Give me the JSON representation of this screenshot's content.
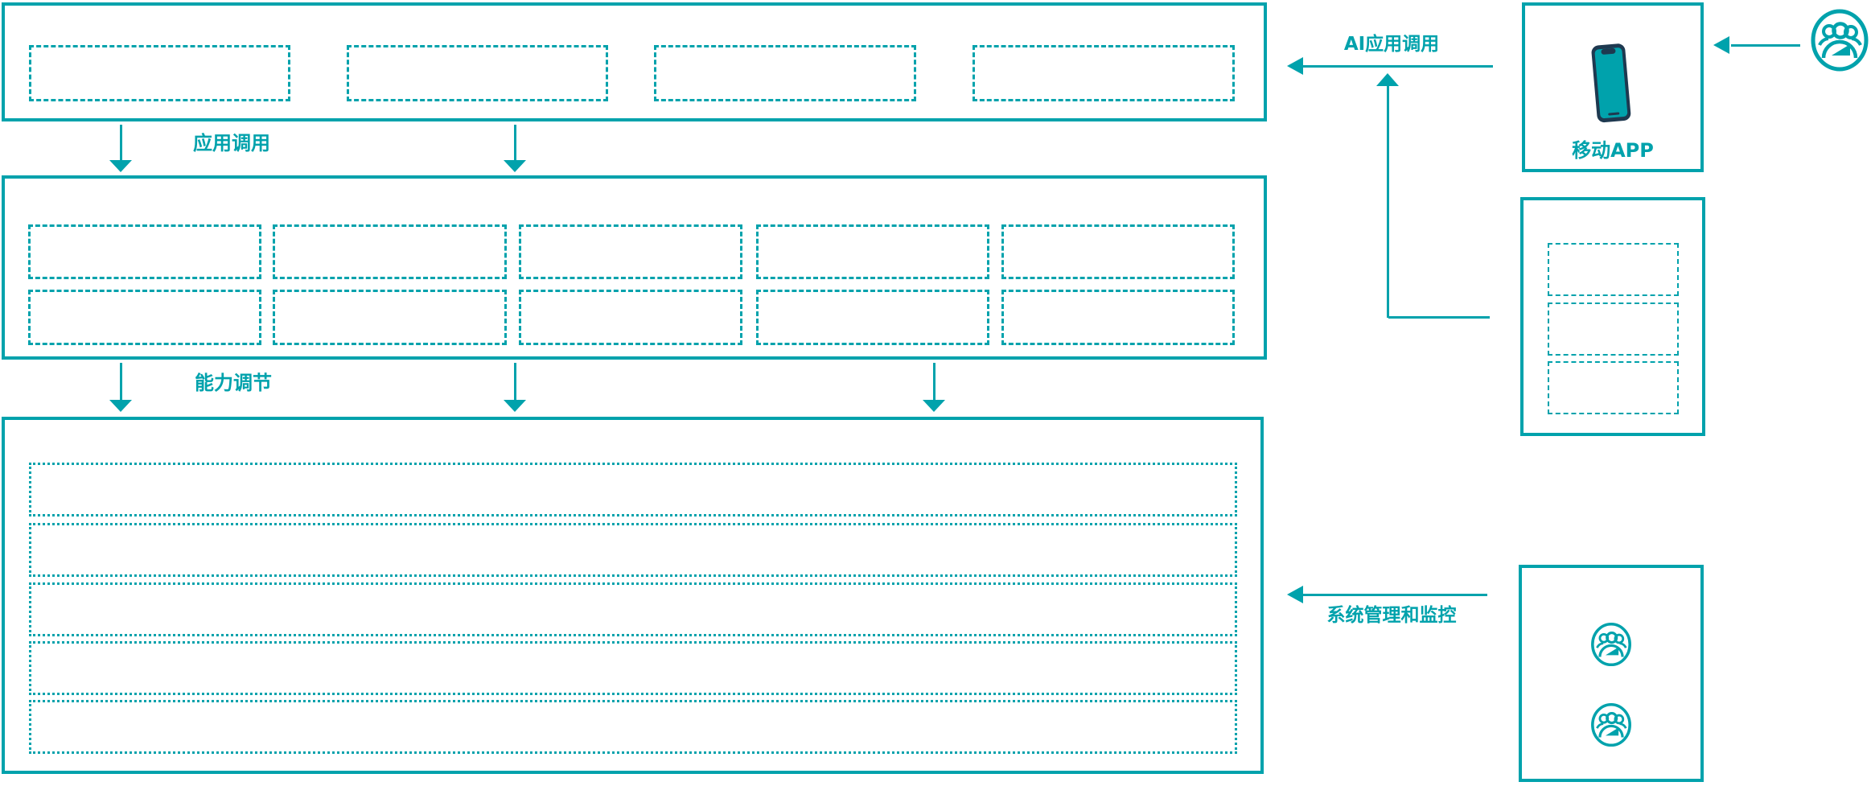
{
  "diagram": {
    "colors": {
      "accent": "#00A2AC",
      "phone_body": "#1E3950"
    },
    "labels": {
      "app_call": "应用调用",
      "capability_adjust": "能力调节",
      "ai_app_call": "AI应用调用",
      "mobile_app": "移动APP",
      "system_management": "系统管理和监控"
    },
    "icons": {
      "mobile_phone": "phone-icon",
      "user_group": "users-icon"
    },
    "structure": {
      "application_layer_slots": 4,
      "capability_layer_rows": 2,
      "capability_layer_cols": 5,
      "platform_layer_rows": 5,
      "service_panel_slots": 3,
      "admin_panel_user_icons": 2
    }
  }
}
